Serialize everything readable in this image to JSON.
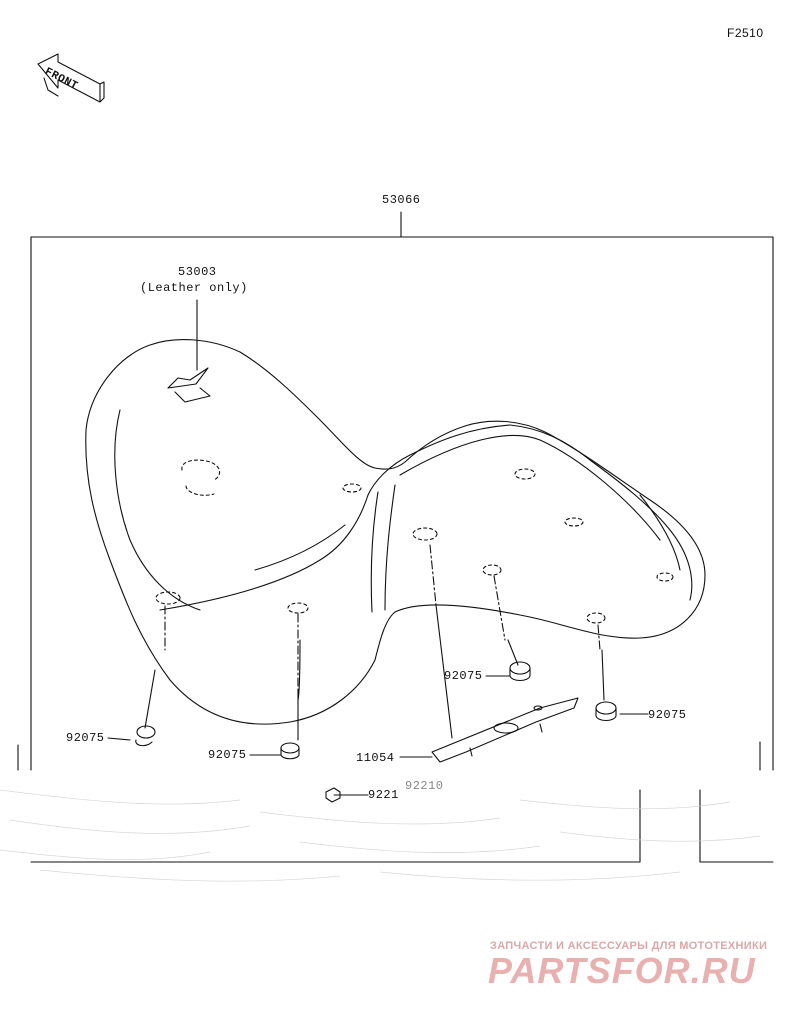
{
  "figure": {
    "code": "F2510",
    "front_label": "FRONT"
  },
  "parts": {
    "assembly": "53066",
    "cover": "53003",
    "cover_note": "(Leather only)",
    "damper_right": "92075",
    "damper_mid": "92075",
    "damper_left_bottom": "92075",
    "damper_left": "92075",
    "bracket": "11054",
    "nut_partial": "9221",
    "trailing_partial": "92210"
  },
  "watermark": {
    "tagline": "ЗАПЧАСТИ И АКСЕССУАРЫ ДЛЯ МОТОТЕХНИКИ",
    "logo": "PARTSFOR.RU"
  }
}
